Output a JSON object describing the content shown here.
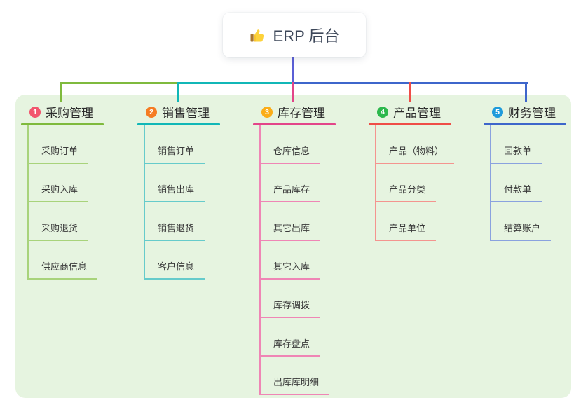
{
  "root": {
    "label": "ERP 后台",
    "icon": "thumbs-up-icon",
    "line_color": "#5b5fd6"
  },
  "canvas": {
    "background_color": "#ffffff",
    "panel_color": "#e6f4e0"
  },
  "branches": [
    {
      "index": "1",
      "label": "采购管理",
      "badge_color": "#f2566e",
      "line_color": "#7fba3d",
      "child_line_color": "#a8d37b",
      "children": [
        "采购订单",
        "采购入库",
        "采购退货",
        "供应商信息"
      ]
    },
    {
      "index": "2",
      "label": "销售管理",
      "badge_color": "#f57c23",
      "line_color": "#11b7b7",
      "child_line_color": "#66cbcb",
      "children": [
        "销售订单",
        "销售出库",
        "销售退货",
        "客户信息"
      ]
    },
    {
      "index": "3",
      "label": "库存管理",
      "badge_color": "#fbad18",
      "line_color": "#e34589",
      "child_line_color": "#ef85b5",
      "children": [
        "仓库信息",
        "产品库存",
        "其它出库",
        "其它入库",
        "库存调拨",
        "库存盘点",
        "出库库明细"
      ]
    },
    {
      "index": "4",
      "label": "产品管理",
      "badge_color": "#2db84d",
      "line_color": "#ef4d47",
      "child_line_color": "#f4948f",
      "children": [
        "产品（物料）",
        "产品分类",
        "产品单位"
      ]
    },
    {
      "index": "5",
      "label": "财务管理",
      "badge_color": "#1f9bdb",
      "line_color": "#3e66cb",
      "child_line_color": "#8aa2df",
      "children": [
        "回款单",
        "付款单",
        "结算账户"
      ]
    }
  ]
}
